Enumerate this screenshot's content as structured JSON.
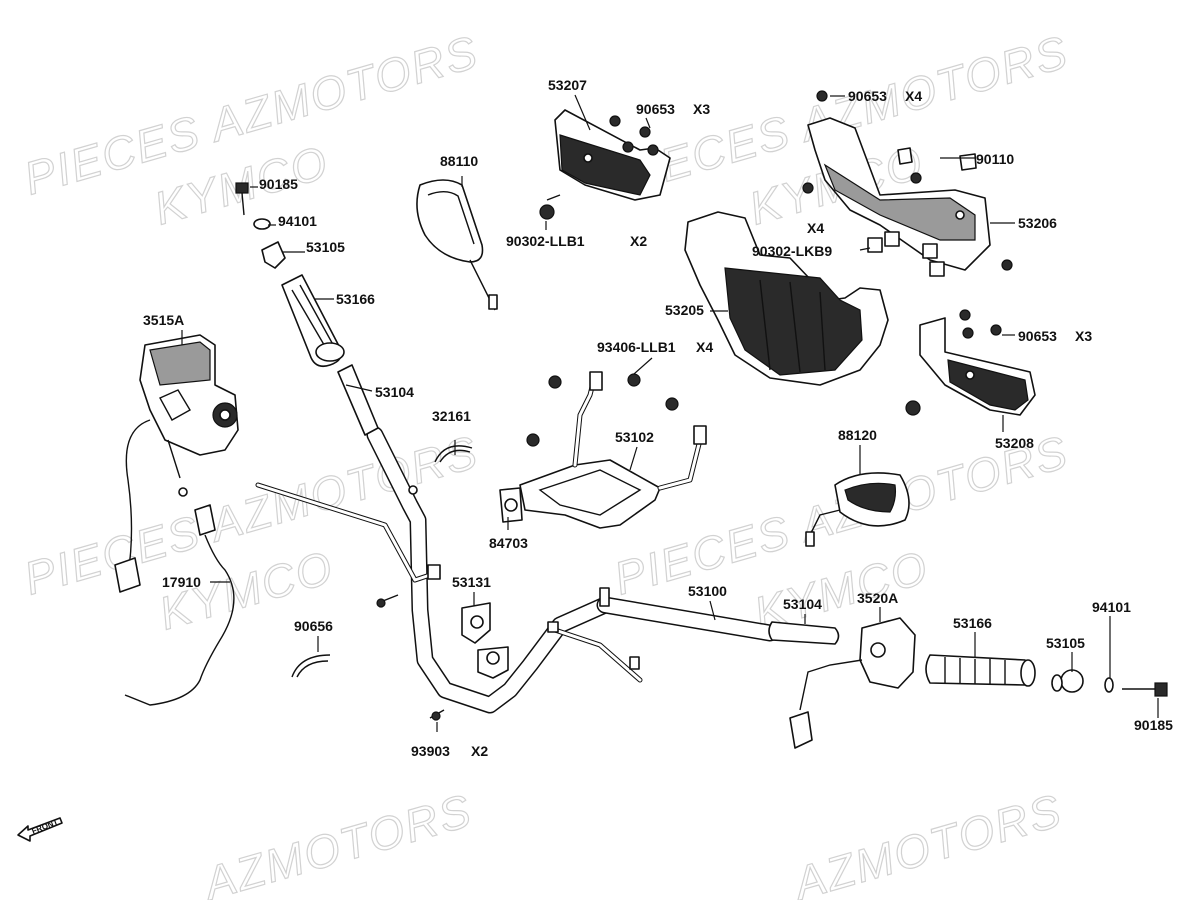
{
  "watermarks": {
    "pieces_azmotors": "PIECES AZMOTORS",
    "kymco": "KYMCO",
    "azmotors": "AZMOTORS"
  },
  "front_arrow": "FRONT",
  "callouts": {
    "p53207": "53207",
    "p90653_top": "90653",
    "p90653_top_qty": "X3",
    "p90653_right": "90653",
    "p90653_right_qty": "X4",
    "p88110": "88110",
    "p90185_left": "90185",
    "p94101_left": "94101",
    "p53105_left": "53105",
    "p53166_left": "53166",
    "p3515A": "3515A",
    "p53104_left": "53104",
    "p90302_llb1": "90302-LLB1",
    "p90302_llb1_qty": "X2",
    "p90110": "90110",
    "p53206": "53206",
    "p90302_lkb9_qty": "X4",
    "p90302_lkb9": "90302-LKB9",
    "p53205": "53205",
    "p90653_side": "90653",
    "p90653_side_qty": "X3",
    "p93406_llb1": "93406-LLB1",
    "p93406_llb1_qty": "X4",
    "p32161": "32161",
    "p53102": "53102",
    "p53208": "53208",
    "p88120": "88120",
    "p84703": "84703",
    "p17910": "17910",
    "p53131": "53131",
    "p53100": "53100",
    "p53104_right": "53104",
    "p3520A": "3520A",
    "p94101_right": "94101",
    "p53166_right": "53166",
    "p53105_right": "53105",
    "p90656": "90656",
    "p93903": "93903",
    "p93903_qty": "X2",
    "p90185_right": "90185"
  }
}
